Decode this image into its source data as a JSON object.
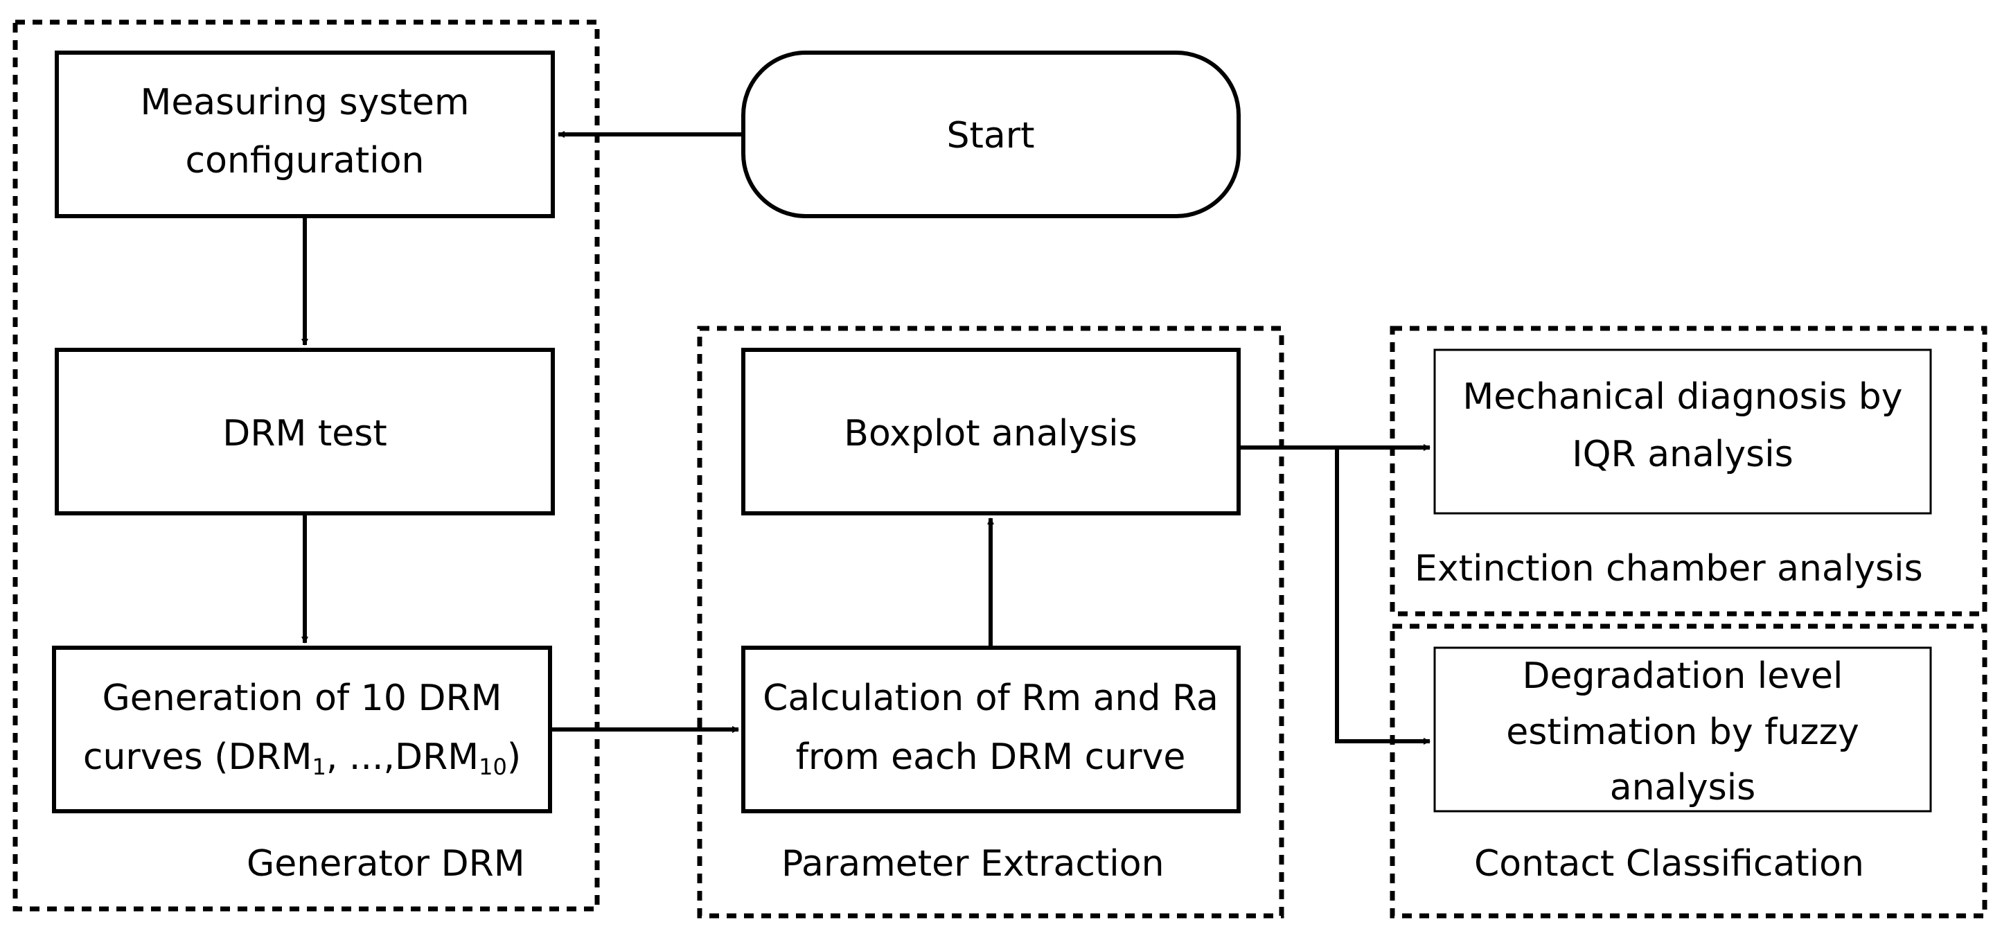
{
  "groups": {
    "generator": {
      "label": "Generator DRM"
    },
    "parameter": {
      "label": "Parameter Extraction"
    },
    "extinction": {
      "label": "Extinction chamber analysis"
    },
    "contact": {
      "label": "Contact Classification"
    }
  },
  "nodes": {
    "start": {
      "label": "Start"
    },
    "measuring": {
      "line1": "Measuring system",
      "line2": "configuration"
    },
    "drm_test": {
      "label": "DRM test"
    },
    "generation": {
      "line1": "Generation of 10 DRM",
      "line2_prefix": "curves (DRM",
      "sub1": "1",
      "line2_mid": ", ...,DRM",
      "sub2": "10",
      "line2_suffix": ")"
    },
    "calculation": {
      "line1": "Calculation of Rm and Ra",
      "line2": "from each DRM curve"
    },
    "boxplot": {
      "label": "Boxplot analysis"
    },
    "mechanical": {
      "line1": "Mechanical diagnosis  by",
      "line2": "IQR analysis"
    },
    "degradation": {
      "line1": "Degradation level",
      "line2": "estimation by fuzzy",
      "line3": "analysis"
    }
  }
}
